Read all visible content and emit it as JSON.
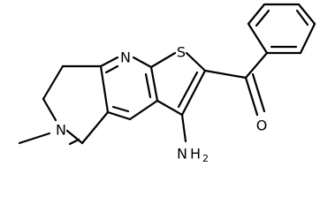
{
  "atom_labels": {
    "pyridine_n": "N",
    "thiophene_s": "S",
    "amine_n": "N",
    "methyl_n": "N",
    "carbonyl_o": "O"
  },
  "amine_group": {
    "hydrogens": "H",
    "count": "2"
  }
}
